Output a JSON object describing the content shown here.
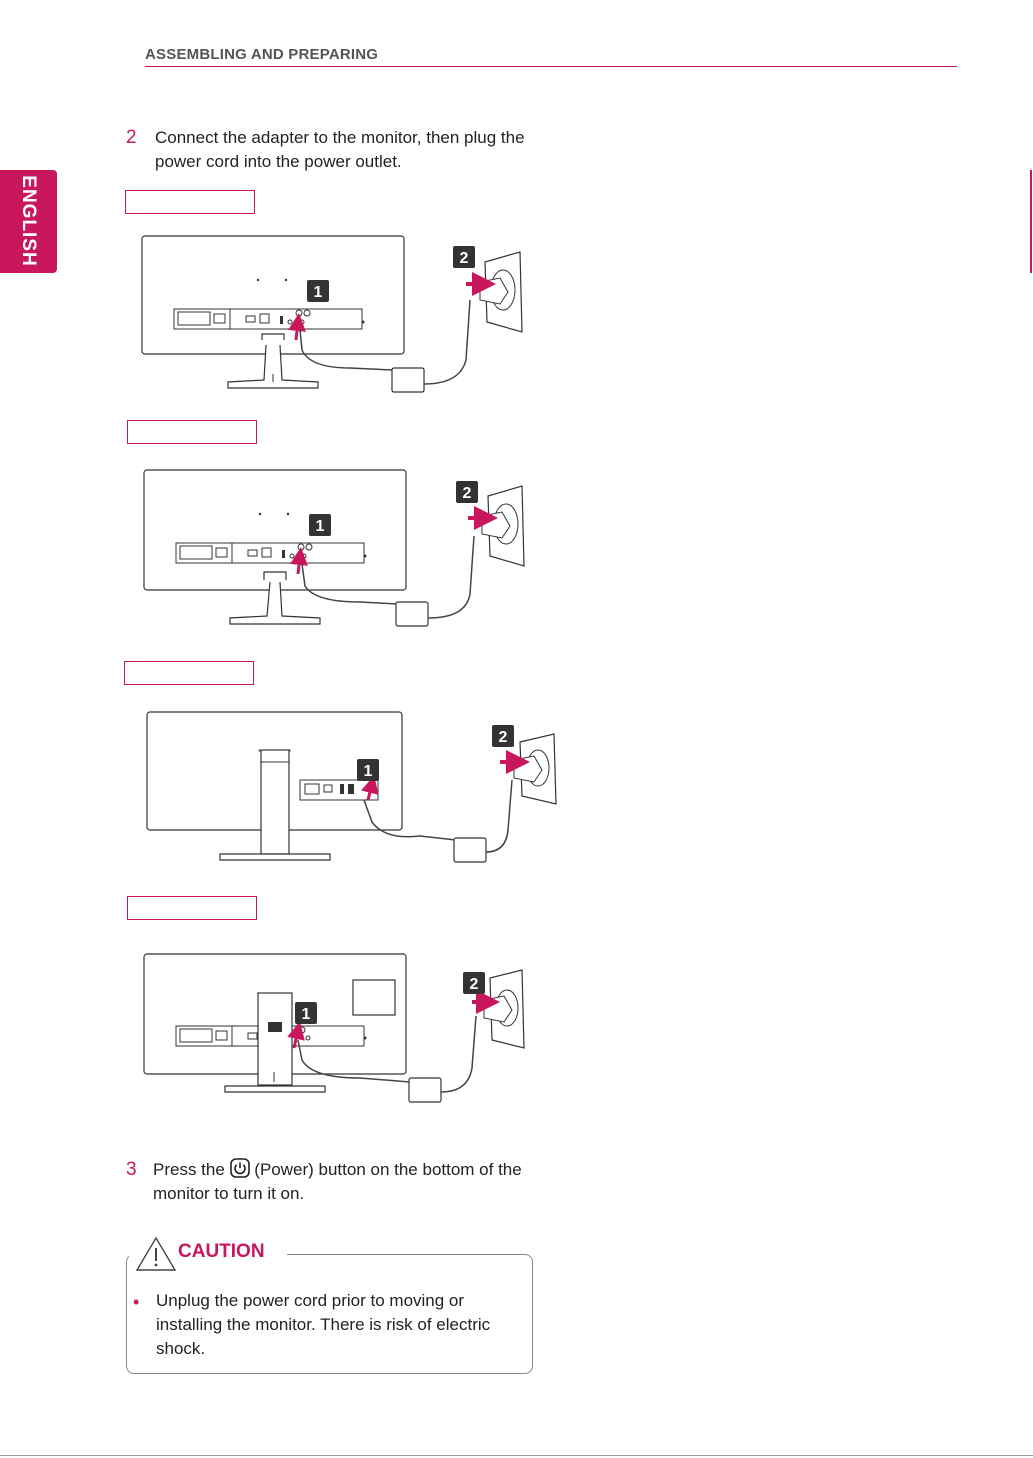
{
  "header": {
    "section_title": "ASSEMBLING AND PREPARING"
  },
  "language_tab": "ENGLISH",
  "steps": [
    {
      "number": "2",
      "text": "Connect the adapter to the monitor, then plug the power cord into the power outlet."
    },
    {
      "number": "3",
      "text_before": "Press the",
      "text_after": "(Power) button on the bottom of the monitor to turn it on."
    }
  ],
  "callouts": {
    "monitor_side": "1",
    "outlet_side": "2"
  },
  "icons": [
    "power-icon",
    "warning-triangle-icon",
    "power-plug-icon",
    "wall-outlet-icon",
    "adapter-icon"
  ],
  "caution": {
    "title": "CAUTION",
    "bullet": "•",
    "items": [
      "Unplug the power cord prior to moving or installing the monitor. There is risk of electric shock."
    ]
  },
  "colors": {
    "accent": "#c8175d"
  }
}
